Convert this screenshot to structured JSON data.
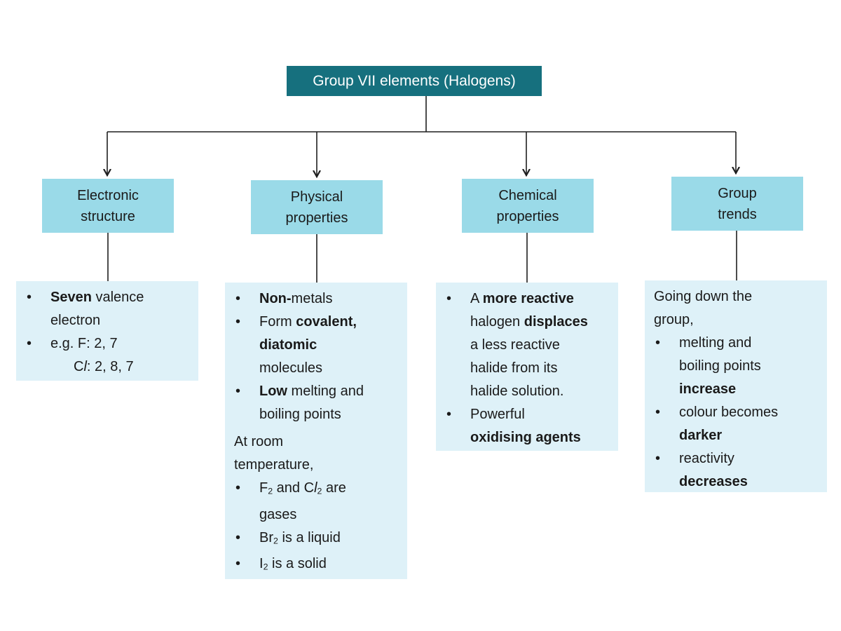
{
  "root": {
    "label": "Group VII elements (Halogens)"
  },
  "colors": {
    "root_bg": "#16707e",
    "root_text": "#ffffff",
    "category_bg": "#9adae8",
    "content_bg": "#def1f8",
    "line": "#1f1f1f",
    "text": "#1a1a1a"
  },
  "branches": [
    {
      "id": "electronic-structure",
      "category": {
        "label_line1": "Electronic",
        "label_line2": "structure"
      },
      "content_blocks": [
        {
          "type": "bullet",
          "segments": [
            {
              "t": "Seven",
              "b": true
            },
            {
              "t": " valence"
            },
            {
              "br": true
            },
            {
              "t": "electron"
            }
          ]
        },
        {
          "type": "bullet",
          "segments": [
            {
              "t": "e.g. F: 2, 7"
            }
          ]
        },
        {
          "type": "cont",
          "segments": [
            {
              "t": "C"
            },
            {
              "t": "l",
              "i": true
            },
            {
              "t": ": 2, 8, 7"
            }
          ]
        }
      ]
    },
    {
      "id": "physical-properties",
      "category": {
        "label_line1": "Physical",
        "label_line2": "properties"
      },
      "content_blocks": [
        {
          "type": "bullet",
          "segments": [
            {
              "t": "Non-",
              "b": true
            },
            {
              "t": "metals"
            }
          ]
        },
        {
          "type": "bullet",
          "segments": [
            {
              "t": "Form "
            },
            {
              "t": "covalent,",
              "b": true
            },
            {
              "br": true
            },
            {
              "t": "diatomic",
              "b": true
            },
            {
              "br": true
            },
            {
              "t": "molecules"
            }
          ]
        },
        {
          "type": "bullet",
          "segments": [
            {
              "t": "Low",
              "b": true
            },
            {
              "t": " melting and"
            },
            {
              "br": true
            },
            {
              "t": "boiling points"
            }
          ]
        },
        {
          "type": "para",
          "gap": true,
          "segments": [
            {
              "t": "At room"
            },
            {
              "br": true
            },
            {
              "t": "temperature,"
            }
          ]
        },
        {
          "type": "bullet",
          "segments": [
            {
              "t": "F"
            },
            {
              "t": "2",
              "sub": true
            },
            {
              "t": " and C"
            },
            {
              "t": "l",
              "i": true
            },
            {
              "t": "2",
              "sub": true
            },
            {
              "t": " are"
            },
            {
              "br": true
            },
            {
              "t": "gases"
            }
          ]
        },
        {
          "type": "bullet",
          "segments": [
            {
              "t": "Br"
            },
            {
              "t": "2",
              "sub": true
            },
            {
              "t": " is a liquid"
            }
          ]
        },
        {
          "type": "bullet",
          "segments": [
            {
              "t": "I"
            },
            {
              "t": "2",
              "sub": true
            },
            {
              "t": " is a solid"
            }
          ]
        }
      ]
    },
    {
      "id": "chemical-properties",
      "category": {
        "label_line1": "Chemical",
        "label_line2": "properties"
      },
      "content_blocks": [
        {
          "type": "bullet",
          "segments": [
            {
              "t": "A "
            },
            {
              "t": "more reactive",
              "b": true
            },
            {
              "br": true
            },
            {
              "t": "halogen "
            },
            {
              "t": "displaces",
              "b": true
            },
            {
              "br": true
            },
            {
              "t": "a less reactive"
            },
            {
              "br": true
            },
            {
              "t": "halide from its"
            },
            {
              "br": true
            },
            {
              "t": "halide solution."
            }
          ]
        },
        {
          "type": "bullet",
          "segments": [
            {
              "t": "Powerful"
            },
            {
              "br": true
            },
            {
              "t": "oxidising agents",
              "b": true
            }
          ]
        }
      ]
    },
    {
      "id": "group-trends",
      "category": {
        "label_line1": "Group",
        "label_line2": "trends"
      },
      "content_blocks": [
        {
          "type": "para",
          "segments": [
            {
              "t": "Going down the"
            },
            {
              "br": true
            },
            {
              "t": "group,"
            }
          ]
        },
        {
          "type": "bullet",
          "segments": [
            {
              "t": "melting and"
            },
            {
              "br": true
            },
            {
              "t": "boiling points"
            },
            {
              "br": true
            },
            {
              "t": "increase",
              "b": true
            }
          ]
        },
        {
          "type": "bullet",
          "segments": [
            {
              "t": "colour becomes"
            },
            {
              "br": true
            },
            {
              "t": "darker",
              "b": true
            }
          ]
        },
        {
          "type": "bullet",
          "segments": [
            {
              "t": "reactivity"
            },
            {
              "br": true
            },
            {
              "t": "decreases",
              "b": true
            }
          ]
        }
      ]
    }
  ]
}
